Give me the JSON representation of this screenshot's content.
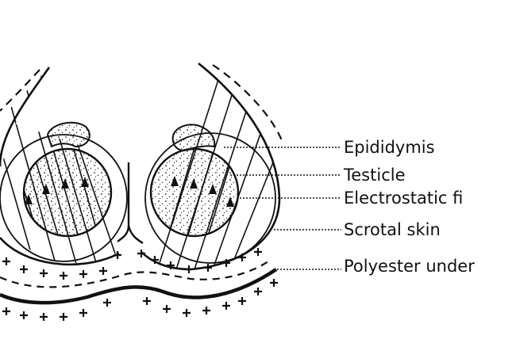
{
  "labels": {
    "epididymis": "Epididymis",
    "testicle": "Testicle",
    "electrostatic": "Electrostatic fi",
    "scrotal_skin": "Scrotal skin",
    "polyester": "Polyester under"
  },
  "icons": {
    "positive_charge": "plus-sign",
    "field_direction": "arrowhead"
  },
  "colors": {
    "ink": "#111111",
    "background": "#ffffff"
  }
}
